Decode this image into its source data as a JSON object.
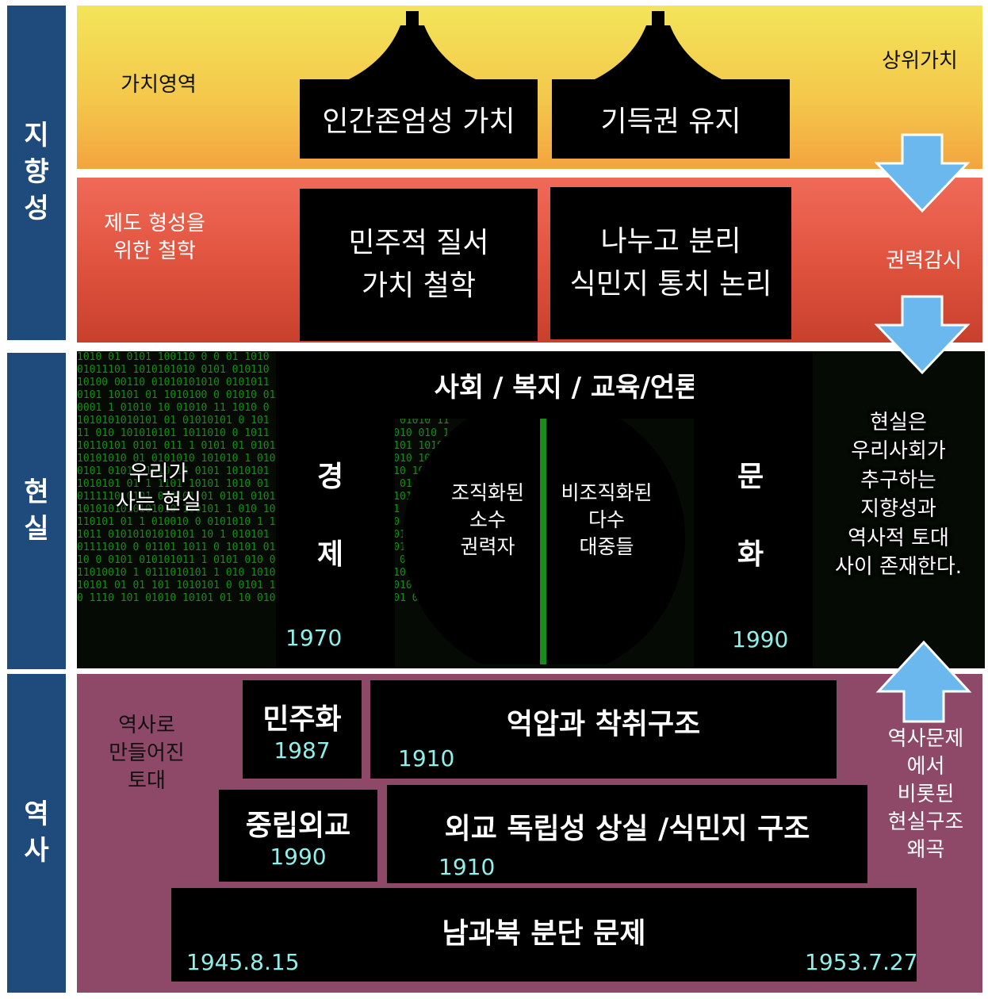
{
  "side_labels": {
    "orientation": [
      "지",
      "향",
      "성"
    ],
    "reality": [
      "현",
      "실"
    ],
    "history": [
      "역",
      "사"
    ]
  },
  "value_band": {
    "left_label": "가치영역",
    "right_label": "상위가치",
    "box1": "인간존엄성 가치",
    "box2": "기득권 유지"
  },
  "institution_band": {
    "left_label_line1": "제도 형성을",
    "left_label_line2": "위한 철학",
    "right_label": "권력감시",
    "box1_line1": "민주적 질서",
    "box1_line2": "가치 철학",
    "box2_line1": "나누고 분리",
    "box2_line2": "식민지 통치 논리"
  },
  "reality_band": {
    "top_title": "사회 / 복지 / 교육/언론",
    "left_label_line1": "우리가",
    "left_label_line2": "사는 현실",
    "economy_char1": "경",
    "economy_char2": "제",
    "economy_year": "1970",
    "culture_char1": "문",
    "culture_char2": "화",
    "culture_year": "1990",
    "elite_line1": "조직화된",
    "elite_line2": "소수",
    "elite_line3": "권력자",
    "mass_line1": "비조직화된",
    "mass_line2": "다수",
    "mass_line3": "대중들",
    "right_text": [
      "현실은",
      "우리사회가",
      "추구하는",
      "지향성과",
      "역사적 토대",
      "사이 존재한다."
    ]
  },
  "history_band": {
    "left_label": [
      "역사로",
      "만들어진",
      "토대"
    ],
    "right_label": [
      "역사문제",
      "에서",
      "비롯된",
      "현실구조",
      "왜곡"
    ],
    "democratization": "민주화",
    "democratization_year": "1987",
    "oppression": "억압과 착취구조",
    "oppression_year": "1910",
    "neutral_diplomacy": "중립외교",
    "neutral_diplomacy_year": "1990",
    "diplomacy_loss": "외교 독립성 상실 /식민지 구조",
    "diplomacy_loss_year": "1910",
    "division": "남과북 분단 문제",
    "division_start": "1945.8.15",
    "division_end": "1953.7.27"
  },
  "colors": {
    "side_bar": "#1f4a7c",
    "value_band_top": "#f3e55a",
    "value_band_bottom": "#f3a43f",
    "institution_band": "#e0543f",
    "history_band": "#8e4868",
    "matrix_green": "#1fb81f",
    "year_text": "#8ff0ea",
    "arrow": "#6ab8ee"
  }
}
